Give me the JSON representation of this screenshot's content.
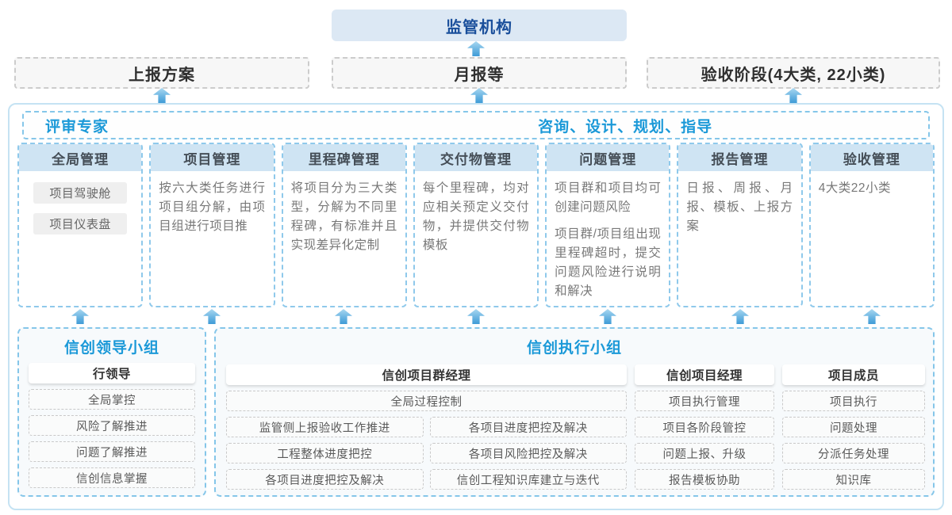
{
  "top": {
    "regulator": "监管机构",
    "report_boxes": [
      "上报方案",
      "月报等",
      "验收阶段(4大类, 22小类)"
    ]
  },
  "main": {
    "experts_label": "评审专家",
    "guidance_label": "咨询、设计、规划、指导",
    "columns": [
      {
        "title": "全局管理",
        "items": [
          "项目驾驶舱",
          "项目仪表盘"
        ]
      },
      {
        "title": "项目管理",
        "paragraphs": [
          "按六大类任务进行项目组分解，由项目组进行项目推"
        ]
      },
      {
        "title": "里程碑管理",
        "paragraphs": [
          "将项目分为三大类型，分解为不同里程碑，有标准并且实现差异化定制"
        ]
      },
      {
        "title": "交付物管理",
        "paragraphs": [
          "每个里程碑，均对应相关预定义交付物，并提供交付物模板"
        ]
      },
      {
        "title": "问题管理",
        "paragraphs": [
          "项目群和项目均可创建问题风险",
          "项目群/项目组出现里程碑超时，提交问题风险进行说明和解决"
        ]
      },
      {
        "title": "报告管理",
        "paragraphs": [
          "日报、周报、月报、模板、上报方案"
        ]
      },
      {
        "title": "验收管理",
        "paragraphs": [
          "4大类22小类"
        ]
      }
    ]
  },
  "bottom": {
    "leader_group": {
      "title": "信创领导小组",
      "role": "行领导",
      "items": [
        "全局掌控",
        "风险了解推进",
        "问题了解推进",
        "信创信息掌握"
      ]
    },
    "exec_group": {
      "title": "信创执行小组",
      "pm_group": {
        "role": "信创项目群经理",
        "full_item": "全局过程控制",
        "left_items": [
          "监管侧上报验收工作推进",
          "工程整体进度把控",
          "各项目进度把控及解决"
        ],
        "right_items": [
          "各项目进度把控及解决",
          "各项目风险把控及解决",
          "信创工程知识库建立与迭代"
        ]
      },
      "pm": {
        "role": "信创项目经理",
        "items": [
          "项目执行管理",
          "项目各阶段管控",
          "问题上报、升级",
          "报告模板协助"
        ]
      },
      "member": {
        "role": "项目成员",
        "items": [
          "项目执行",
          "问题处理",
          "分派任务处理",
          "知识库"
        ]
      }
    }
  },
  "colors": {
    "accent_blue": "#1b99d8",
    "regulator_text": "#1a4f9b",
    "regulator_bg": "#dce8f4",
    "column_header_bg": "#cfe4f3",
    "dashed_border_blue": "#85c6e9",
    "arrow_blue": "#3f9bd7"
  }
}
